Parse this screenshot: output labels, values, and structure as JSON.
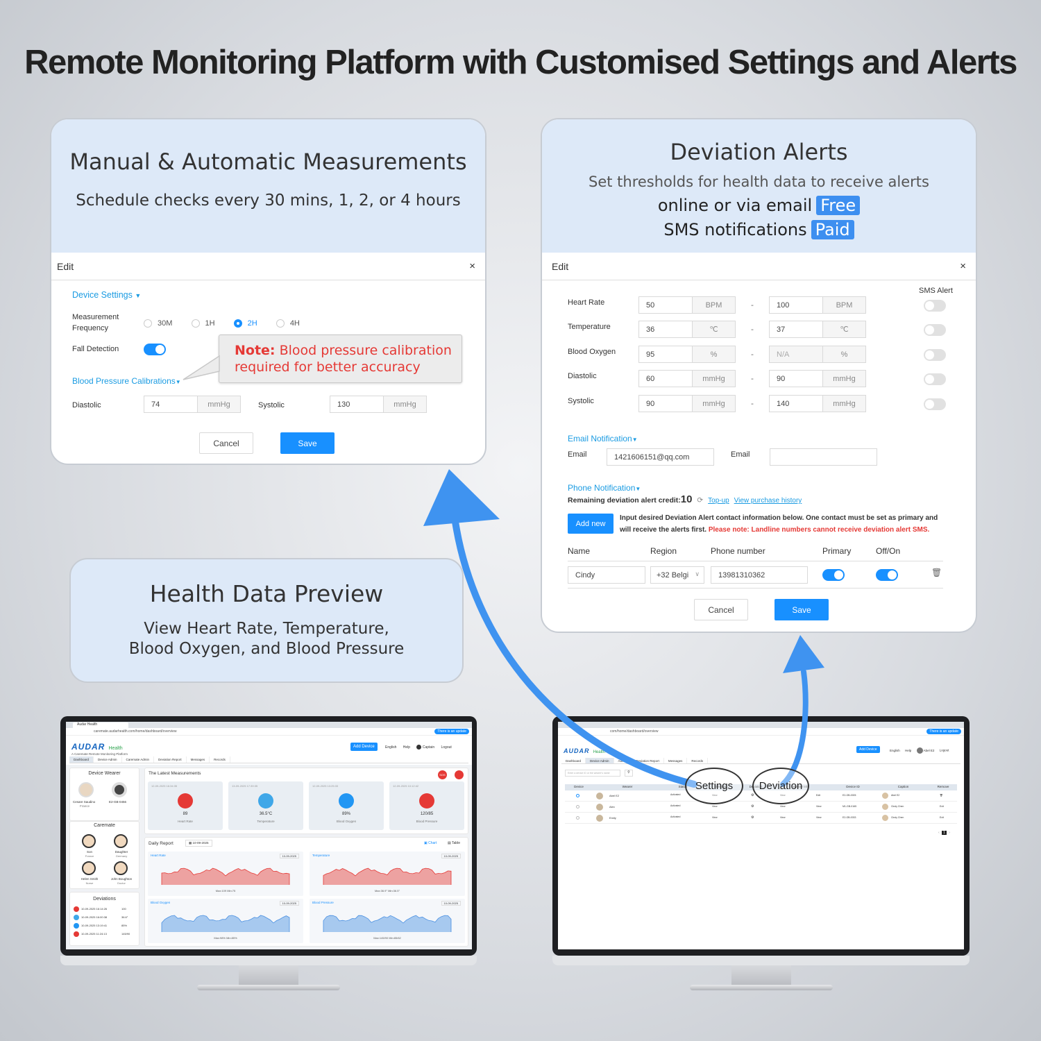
{
  "title": "Remote Monitoring Platform with Customised Settings and Alerts",
  "manual": {
    "heading": "Manual & Automatic Measurements",
    "subheading": "Schedule checks every 30 mins, 1, 2, or 4 hours",
    "edit_title": "Edit",
    "close": "×",
    "device_settings": "Device Settings",
    "freq_label1": "Measurement",
    "freq_label2": "Frequency",
    "freq_options": [
      "30M",
      "1H",
      "2H",
      "4H"
    ],
    "freq_selected": "2H",
    "fall_detection": "Fall Detection",
    "bp_calibrations": "Blood Pressure Calibrations",
    "diastolic_label": "Diastolic",
    "diastolic_value": "74",
    "systolic_label": "Systolic",
    "systolic_value": "130",
    "unit": "mmHg",
    "note_label": "Note:",
    "note_text1": "Blood pressure calibration",
    "note_text2": "required for better accuracy",
    "cancel": "Cancel",
    "save": "Save"
  },
  "deviation": {
    "heading": "Deviation Alerts",
    "line1": "Set thresholds for health data to receive alerts",
    "line2": "online or via email",
    "free": "Free",
    "line3": "SMS notifications",
    "paid": "Paid",
    "edit_title": "Edit",
    "close": "×",
    "sms_alert": "SMS Alert",
    "rows": [
      {
        "label": "Heart Rate",
        "min": "50",
        "unit": "BPM",
        "max": "100",
        "sms": false
      },
      {
        "label": "Temperature",
        "min": "36",
        "unit": "℃",
        "max": "37",
        "sms": false
      },
      {
        "label": "Blood Oxygen",
        "min": "95",
        "unit": "%",
        "max": "N/A",
        "sms": false
      },
      {
        "label": "Diastolic",
        "min": "60",
        "unit": "mmHg",
        "max": "90",
        "sms": false
      },
      {
        "label": "Systolic",
        "min": "90",
        "unit": "mmHg",
        "max": "140",
        "sms": false
      }
    ],
    "dash": "-",
    "email_notification": "Email Notification",
    "email_label": "Email",
    "email1": "1421606151@qq.com",
    "email2": "",
    "phone_notification": "Phone Notification",
    "credit_label": "Remaining deviation alert credit:",
    "credit_value": "10",
    "topup": "Top-up",
    "purchase_history": "View purchase history",
    "add_new": "Add new",
    "info1": "Input desired Deviation Alert contact information below. One contact must be set as primary and",
    "info2": "will receive the alerts first.",
    "info_warn": "Please note: Landline numbers cannot receive deviation alert SMS.",
    "table_headers": [
      "Name",
      "Region",
      "Phone number",
      "Primary",
      "Off/On"
    ],
    "contact": {
      "name": "Cindy",
      "region": "+32 Belgi",
      "phone": "13981310362",
      "primary": true,
      "on": true
    },
    "cancel": "Cancel",
    "save": "Save"
  },
  "preview": {
    "heading": "Health Data Preview",
    "line1": "View Heart Rate, Temperature,",
    "line2": "Blood Oxygen, and Blood Pressure"
  },
  "left_screen": {
    "brand": "AUDAR",
    "brand_sub": "Health",
    "tagline": "A Caremate Remote Monitoring Platform",
    "url": "caremate.audarhealth.com/home/dashboard/overview",
    "update": "There is an update",
    "add_device": "Add Device",
    "nav_right": [
      "English",
      "Help",
      "Captain",
      "Logout"
    ],
    "tabs": [
      "Dashboard",
      "Device Admin",
      "Caremate Admin",
      "Deviation Report",
      "Messages",
      "Records"
    ],
    "device_wearer": "Device Wearer",
    "wearer_name": "Cesare Saudino",
    "wearer_loc": "France",
    "device_id": "E2-GB-0456",
    "caremate": "Caremate",
    "caremates": [
      {
        "name": "Son",
        "role": "France"
      },
      {
        "name": "Daughter",
        "role": "Germany"
      },
      {
        "name": "Helen Smith",
        "role": "Nurse"
      },
      {
        "name": "John Boughton",
        "role": "Doctor"
      }
    ],
    "deviations": "Deviations",
    "deviation_rows": [
      {
        "date": "10-09-2025 16:14:26",
        "val": "100"
      },
      {
        "date": "10-09-2025 16:00:38",
        "val": "36.6°"
      },
      {
        "date": "10-09-2025 13:19:41",
        "val": "85%"
      },
      {
        "date": "10-09-2025 11:24:13",
        "val": "145/90"
      }
    ],
    "latest": "The Latest Measurements",
    "measurements": [
      {
        "time": "12-09-2025 16:34:35",
        "value": "89",
        "label": "Heart Rate",
        "color": "#e53935"
      },
      {
        "time": "13-09-2025 17:39:35",
        "value": "36.5°C",
        "label": "Temperature",
        "color": "#3fa7e8"
      },
      {
        "time": "12-09-2025 13:25:33",
        "value": "89%",
        "label": "Blood Oxygen",
        "color": "#2196f3"
      },
      {
        "time": "12-09-2025 10:12:42",
        "value": "120/85",
        "label": "Blood Pressure",
        "color": "#e53935"
      }
    ],
    "daily_report": "Daily Report",
    "report_date": "10-09-2025",
    "chart_tab": "Chart",
    "table_tab": "Table",
    "mini_charts": [
      {
        "title": "Heart Rate",
        "footer": "Max:109 Min:75",
        "color": "#e53935"
      },
      {
        "title": "Temperature",
        "footer": "Max:36.9° Min:36.5°",
        "color": "#e53935"
      },
      {
        "title": "Blood Oxygen",
        "footer": "Max:98% Min:85%",
        "color": "#4a90e2"
      },
      {
        "title": "Blood Pressure",
        "footer": "Max:145/90 Min:85/62",
        "color": "#4a90e2"
      }
    ]
  },
  "right_screen": {
    "brand": "AUDAR",
    "brand_sub": "Health",
    "url": "com/home/dashboard/overview",
    "update": "There is an update",
    "add_device": "Add Device",
    "nav_right": [
      "English",
      "Help",
      "Abel E2",
      "Logout"
    ],
    "tabs": [
      "Dashboard",
      "Device Admin",
      "Admin",
      "Deviation Report",
      "Messages",
      "Records"
    ],
    "search_placeholder": "Enter a device ID or the wearer's name",
    "headers": [
      "Device",
      "Wearer",
      "Status",
      "Settings",
      "Deviation",
      "Wearer Info",
      "Device ID",
      "Caption",
      "Remove"
    ],
    "rows": [
      {
        "wearer": "Abel E2",
        "status": "Activated",
        "info": "Edit",
        "id": "E2-GB-0005",
        "caption": "Abel E2",
        "remove": "🗑"
      },
      {
        "wearer": "Alex",
        "status": "Activated",
        "info": "View",
        "id": "M1-GB-0165",
        "caption": "Cindy Chen",
        "remove": "Exit"
      },
      {
        "wearer": "Emily",
        "status": "Activated",
        "info": "View",
        "id": "E2-GB-0033",
        "caption": "Cindy Chen",
        "remove": "Exit"
      }
    ],
    "view": "View",
    "page": "1",
    "bubble_settings": "Settings",
    "bubble_deviation": "Deviation"
  }
}
